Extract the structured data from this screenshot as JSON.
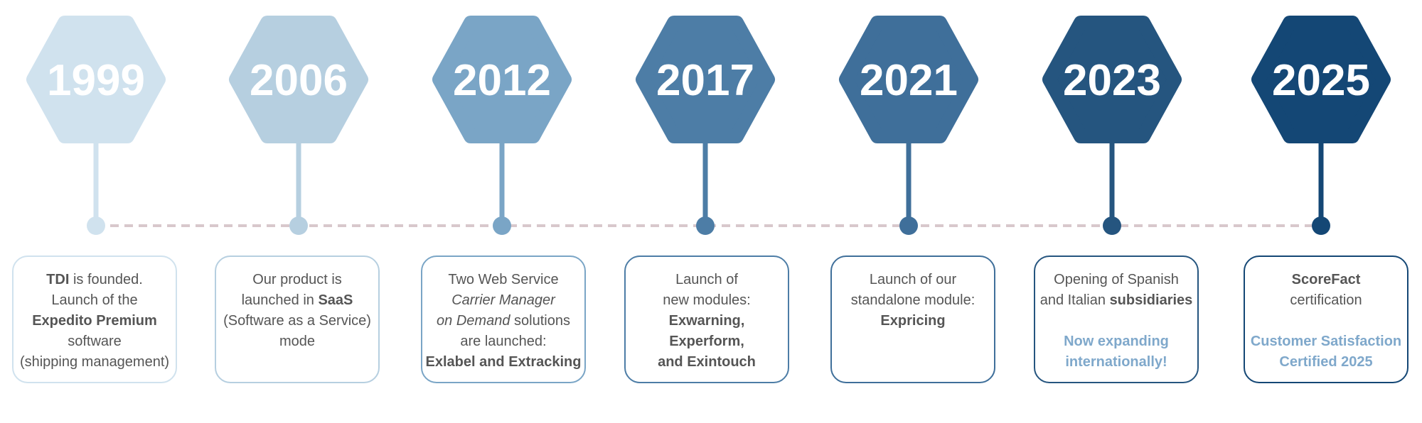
{
  "milestones": [
    {
      "year": "1999",
      "color": "#d0e2ee",
      "lines": [
        [
          {
            "t": "TDI",
            "b": true
          },
          {
            "t": " is founded."
          }
        ],
        [
          {
            "t": "Launch of the"
          }
        ],
        [
          {
            "t": "Expedito Premium",
            "b": true
          }
        ],
        [
          {
            "t": "software"
          }
        ],
        [
          {
            "t": "(shipping management)"
          }
        ]
      ]
    },
    {
      "year": "2006",
      "color": "#b6cfe0",
      "lines": [
        [
          {
            "t": "Our product is"
          }
        ],
        [
          {
            "t": "launched in "
          },
          {
            "t": "SaaS",
            "b": true
          }
        ],
        [
          {
            "t": "(Software as a Service)"
          }
        ],
        [
          {
            "t": "mode"
          }
        ]
      ]
    },
    {
      "year": "2012",
      "color": "#7aa5c6",
      "lines": [
        [
          {
            "t": "Two Web Service"
          }
        ],
        [
          {
            "t": "Carrier  Manager",
            "i": true
          }
        ],
        [
          {
            "t": "on Demand",
            "i": true
          },
          {
            "t": " solutions"
          }
        ],
        [
          {
            "t": "are launched:"
          }
        ],
        [
          {
            "t": "Exlabel and Extracking",
            "b": true
          }
        ]
      ]
    },
    {
      "year": "2017",
      "color": "#4d7da6",
      "lines": [
        [
          {
            "t": "Launch of"
          }
        ],
        [
          {
            "t": "new modules:"
          }
        ],
        [
          {
            "t": "Exwarning,",
            "b": true
          }
        ],
        [
          {
            "t": "Experform,",
            "b": true
          }
        ],
        [
          {
            "t": "and Exintouch",
            "b": true
          }
        ]
      ]
    },
    {
      "year": "2021",
      "color": "#3f6f9a",
      "lines": [
        [
          {
            "t": "Launch of our"
          }
        ],
        [
          {
            "t": "standalone module:"
          }
        ],
        [
          {
            "t": "Expricing",
            "b": true
          }
        ]
      ]
    },
    {
      "year": "2023",
      "color": "#25557f",
      "lines": [
        [
          {
            "t": "Opening of Spanish"
          }
        ],
        [
          {
            "t": "and Italian "
          },
          {
            "t": "subsidiaries",
            "b": true
          }
        ],
        [],
        [
          {
            "t": "Now expanding",
            "a": true
          }
        ],
        [
          {
            "t": "internationally!",
            "a": true
          }
        ]
      ]
    },
    {
      "year": "2025",
      "color": "#144775",
      "lines": [
        [
          {
            "t": "ScoreFact",
            "b": true
          }
        ],
        [
          {
            "t": "certification"
          }
        ],
        [],
        [
          {
            "t": "Customer Satisfaction",
            "a": true
          }
        ],
        [
          {
            "t": "Certified 2025",
            "a": true
          }
        ]
      ]
    }
  ],
  "colors": {
    "dashed_line": "#d8c8cc",
    "text": "#555555",
    "accent_text": "#7fa8cb"
  }
}
